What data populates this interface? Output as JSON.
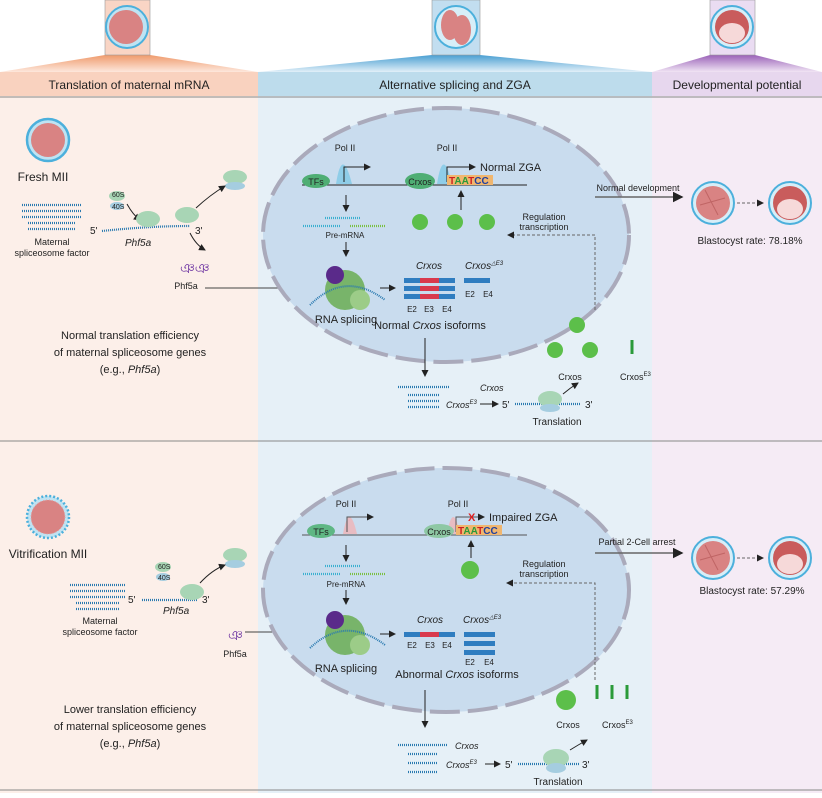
{
  "header": {
    "sections": [
      {
        "label": "Translation of maternal mRNA",
        "color": "#f9d2bf"
      },
      {
        "label": "Alternative splicing and ZGA",
        "color": "#bddcec"
      },
      {
        "label": "Developmental potential",
        "color": "#e7d7ee"
      }
    ]
  },
  "colors": {
    "pink_bg": "#fcefe9",
    "blue_bg": "#e6f0f7",
    "purple_bg": "#f5ebf5",
    "nucleus": "#c9dcee",
    "exon": "#2f7dc0",
    "exon3": "#d9394d",
    "ribosome": "#a8d5b5"
  },
  "rows": [
    {
      "egg_label": "Fresh MII",
      "factor_label_1": "Maternal",
      "factor_label_2": "spliceosome factor",
      "five_prime": "5'",
      "three_prime": "3'",
      "ribo_large": "60S",
      "ribo_small": "40S",
      "gene": "Phf5a",
      "protein": "Phf5a",
      "efficiency_1": "Normal translation efficiency",
      "efficiency_2": "of maternal spliceosome genes",
      "efficiency_3a": "(e.g., ",
      "efficiency_3b": "Phf5a",
      "efficiency_3c": ")",
      "pol1": "Pol II",
      "pol2": "Pol II",
      "tfs": "TFs",
      "crxos_tf": "Crxos",
      "motif": [
        "T",
        "A",
        "A",
        "T",
        "C",
        "C"
      ],
      "zga": "Normal ZGA",
      "pre_mrna": "Pre-mRNA",
      "splicing": "RNA splicing",
      "crxos": "Crxos",
      "crxos_de3": "Crxos",
      "de3_sup": "△E3",
      "exons": [
        "E2",
        "E3",
        "E4"
      ],
      "de3_exons": [
        "E2",
        "E4"
      ],
      "isoforms_a": "Normal ",
      "isoforms_b": "Crxos",
      "isoforms_c": " isoforms",
      "regulation_1": "Regulation",
      "regulation_2": "transcription",
      "prot_crxos": "Crxos",
      "prot_crxos_e3": "Crxos",
      "e3_sup": "E3",
      "mrna_crxos": "Crxos",
      "mrna_crxos_e3": "Crxos",
      "translation": "Translation",
      "outcome": "Normal development",
      "rate": "Blastocyst rate: 78.18%"
    },
    {
      "egg_label": "Vitrification MII",
      "factor_label_1": "Maternal",
      "factor_label_2": "spliceosome factor",
      "five_prime": "5'",
      "three_prime": "3'",
      "ribo_large": "60S",
      "ribo_small": "40S",
      "gene": "Phf5a",
      "protein": "Phf5a",
      "efficiency_1": "Lower translation efficiency",
      "efficiency_2": "of maternal spliceosome genes",
      "efficiency_3a": "(e.g., ",
      "efficiency_3b": "Phf5a",
      "efficiency_3c": ")",
      "pol1": "Pol II",
      "pol2": "Pol II",
      "tfs": "TFs",
      "crxos_tf": "Crxos",
      "motif": [
        "T",
        "A",
        "A",
        "T",
        "C",
        "C"
      ],
      "blocked": "X",
      "zga": "Impaired ZGA",
      "pre_mrna": "Pre-mRNA",
      "splicing": "RNA splicing",
      "crxos": "Crxos",
      "crxos_de3": "Crxos",
      "de3_sup": "△E3",
      "exons": [
        "E2",
        "E3",
        "E4"
      ],
      "de3_exons": [
        "E2",
        "E4"
      ],
      "isoforms_a": "Abnormal ",
      "isoforms_b": "Crxos",
      "isoforms_c": " isoforms",
      "regulation_1": "Regulation",
      "regulation_2": "transcription",
      "prot_crxos": "Crxos",
      "prot_crxos_e3": "Crxos",
      "e3_sup": "E3",
      "mrna_crxos": "Crxos",
      "mrna_crxos_e3": "Crxos",
      "translation": "Translation",
      "outcome": "Partial 2-Cell arrest",
      "rate": "Blastocyst rate: 57.29%"
    }
  ]
}
